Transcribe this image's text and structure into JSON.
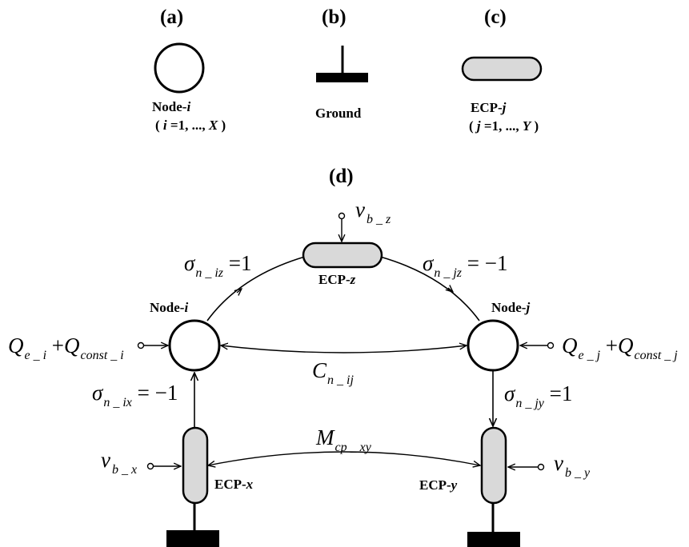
{
  "legend": {
    "a": {
      "heading": "(a)",
      "name_prefix": "Node-",
      "name_var": "i",
      "range_open": "( ",
      "range_var": "i",
      "range_mid": " =1, ..., ",
      "range_end_var": "X",
      "range_close": " )"
    },
    "b": {
      "heading": "(b)",
      "name": "Ground"
    },
    "c": {
      "heading": "(c)",
      "name_prefix": "ECP-",
      "name_var": "j",
      "range_open": "( ",
      "range_var": "j",
      "range_mid": " =1, ..., ",
      "range_end_var": "Y",
      "range_close": " )"
    }
  },
  "diagram": {
    "heading": "(d)",
    "node_i": {
      "prefix": "Node-",
      "var": "i"
    },
    "node_j": {
      "prefix": "Node-",
      "var": "j"
    },
    "ecp_x": {
      "prefix": "ECP-",
      "var": "x"
    },
    "ecp_y": {
      "prefix": "ECP-",
      "var": "y"
    },
    "ecp_z": {
      "prefix": "ECP-",
      "var": "z"
    },
    "sigma_iz": {
      "sym": "σ",
      "sub": "n _ iz",
      "rhs": " =1"
    },
    "sigma_jz": {
      "sym": "σ",
      "sub": "n _ jz",
      "rhs": " = −1"
    },
    "sigma_ix": {
      "sym": "σ",
      "sub": "n _ ix",
      "rhs": " = −1"
    },
    "sigma_jy": {
      "sym": "σ",
      "sub": "n _ jy",
      "rhs": " =1"
    },
    "c_ij": {
      "sym": "C",
      "sub": "n _ ij"
    },
    "m_xy": {
      "sym": "M",
      "sub": "cp _ xy"
    },
    "v_bz": {
      "sym": "v",
      "sub": "b _ z"
    },
    "v_bx": {
      "sym": "v",
      "sub": "b _ x"
    },
    "v_by": {
      "sym": "v",
      "sub": "b _ y"
    },
    "q_i": {
      "sym1": "Q",
      "sub1": "e _ i",
      "plus": " +",
      "sym2": "Q",
      "sub2": "const _ i"
    },
    "q_j": {
      "sym1": "Q",
      "sub1": "e _ j",
      "plus": " +",
      "sym2": "Q",
      "sub2": "const _ j"
    }
  },
  "colors": {
    "stroke": "#000000",
    "ecp_fill": "#d9d9d9",
    "background": "#ffffff"
  }
}
